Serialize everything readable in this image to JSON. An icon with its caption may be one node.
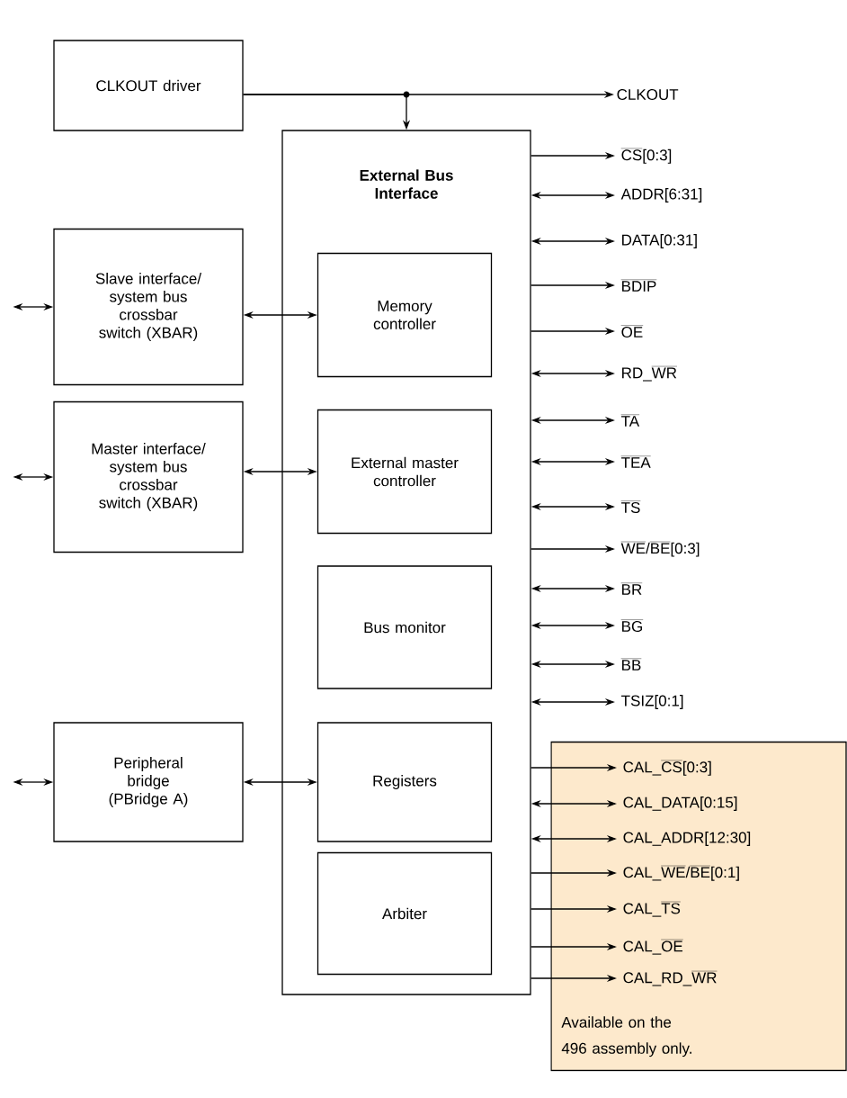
{
  "diagram": {
    "nodes": [
      {
        "text": [
          "CLKOUT driver"
        ]
      },
      {
        "text": [
          "CLKOUT"
        ]
      },
      {
        "text": [
          "External Bus Interface"
        ]
      },
      {
        "text": [
          "Memory controller"
        ],
        "in": 2
      },
      {
        "text": [
          "External master controller"
        ],
        "in": 2
      },
      {
        "text": [
          "Bus monitor"
        ],
        "in": 2
      },
      {
        "text": [
          "Registers"
        ],
        "in": 2
      },
      {
        "text": [
          "Arbiter"
        ],
        "in": 2
      },
      {
        "text": [
          "Slave interface/ system bus crossbar switch (XBAR)"
        ]
      },
      {
        "text": [
          "Master interface/ system bus crossbar switch (XBAR)"
        ]
      },
      {
        "text": [
          "Peripheral bridge (PBridge A)"
        ]
      },
      {
        "text": [
          "\\overline{\\textrm{CS}}\\textrm{[0:3]}"
        ]
      },
      {
        "text": [
          "ADDR[6:31]"
        ]
      },
      {
        "text": [
          "DATA[0:31]"
        ]
      },
      {
        "text": [
          "\\overline{\\textrm{BDIP}}"
        ]
      },
      {
        "text": [
          "\\overline{\\textrm{OE}}"
        ]
      },
      {
        "text": [
          "\\textrm{RD\\_}\\overline{\\textrm{WR}}"
        ]
      },
      {
        "text": [
          "\\overline{\\textrm{TA}}"
        ]
      },
      {
        "text": [
          "\\overline{\\textrm{TEA}}"
        ]
      },
      {
        "text": [
          "\\overline{\\textrm{TS}}"
        ]
      },
      {
        "text": [
          "\\overline{\\textrm{WE}}\\textrm{/}\\overline{\\textrm{BE}}\\textrm{[0:3]}"
        ]
      },
      {
        "text": [
          "\\overline{\\textrm{BR}}"
        ]
      },
      {
        "text": [
          "\\overline{\\textrm{BG}}"
        ]
      },
      {
        "text": [
          "\\overline{\\textrm{BB}}"
        ]
      },
      {
        "text": [
          "TSIZ[0:1]"
        ]
      },
      {
        "text": [
          "Available on the 496 assembly only."
        ]
      },
      {
        "text": [
          "\\textrm{CAL\\_}\\overline{\\textrm{CS}}\\textrm{[0:3]}"
        ],
        "in": 25
      },
      {
        "text": [
          "CAL_DATA[0:15]"
        ],
        "in": 25
      },
      {
        "text": [
          "CAL_ADDR[12:30]"
        ],
        "in": 25
      },
      {
        "text": [
          "\\textrm{CAL\\_}\\overline{\\textrm{WE}}\\textrm{/}\\overline{\\textrm{BE}}\\textrm{[0:1]}"
        ],
        "in": 25
      },
      {
        "text": [
          "\\textrm{CAL\\_}\\overline{\\textrm{TS}}"
        ],
        "in": 25
      },
      {
        "text": [
          "\\textrm{CAL\\_}\\overline{\\textrm{OE}}"
        ],
        "in": 25
      },
      {
        "text": [
          "\\textrm{CAL\\_RD\\_}\\overline{\\textrm{WR}}"
        ],
        "in": 25
      }
    ],
    "edges": [
      {
        "from": 0,
        "to": 1,
        "arrow": "to"
      },
      {
        "from": 0,
        "to": 2,
        "arrow": "to"
      },
      {
        "from": null,
        "to": 8,
        "arrow": "both"
      },
      {
        "from": 8,
        "to": 3,
        "arrow": "both"
      },
      {
        "from": null,
        "to": 9,
        "arrow": "both"
      },
      {
        "from": 9,
        "to": 4,
        "arrow": "both"
      },
      {
        "from": null,
        "to": 10,
        "arrow": "both"
      },
      {
        "from": 10,
        "to": 6,
        "arrow": "both"
      },
      {
        "from": 2,
        "to": 11,
        "arrow": "to"
      },
      {
        "from": 2,
        "to": 12,
        "arrow": "both"
      },
      {
        "from": 2,
        "to": 13,
        "arrow": "both"
      },
      {
        "from": 2,
        "to": 14,
        "arrow": "to"
      },
      {
        "from": 2,
        "to": 15,
        "arrow": "to"
      },
      {
        "from": 2,
        "to": 16,
        "arrow": "both"
      },
      {
        "from": 2,
        "to": 17,
        "arrow": "both"
      },
      {
        "from": 2,
        "to": 18,
        "arrow": "both"
      },
      {
        "from": 2,
        "to": 19,
        "arrow": "both"
      },
      {
        "from": 2,
        "to": 20,
        "arrow": "to"
      },
      {
        "from": 2,
        "to": 21,
        "arrow": "both"
      },
      {
        "from": 2,
        "to": 22,
        "arrow": "both"
      },
      {
        "from": 2,
        "to": 23,
        "arrow": "both"
      },
      {
        "from": 2,
        "to": 24,
        "arrow": "both"
      },
      {
        "from": 2,
        "to": 26,
        "arrow": "to"
      },
      {
        "from": 2,
        "to": 27,
        "arrow": "both"
      },
      {
        "from": 2,
        "to": 28,
        "arrow": "both"
      },
      {
        "from": 2,
        "to": 29,
        "arrow": "to"
      },
      {
        "from": 2,
        "to": 30,
        "arrow": "to"
      },
      {
        "from": 2,
        "to": 31,
        "arrow": "to"
      },
      {
        "from": 2,
        "to": 32,
        "arrow": "to"
      }
    ]
  }
}
